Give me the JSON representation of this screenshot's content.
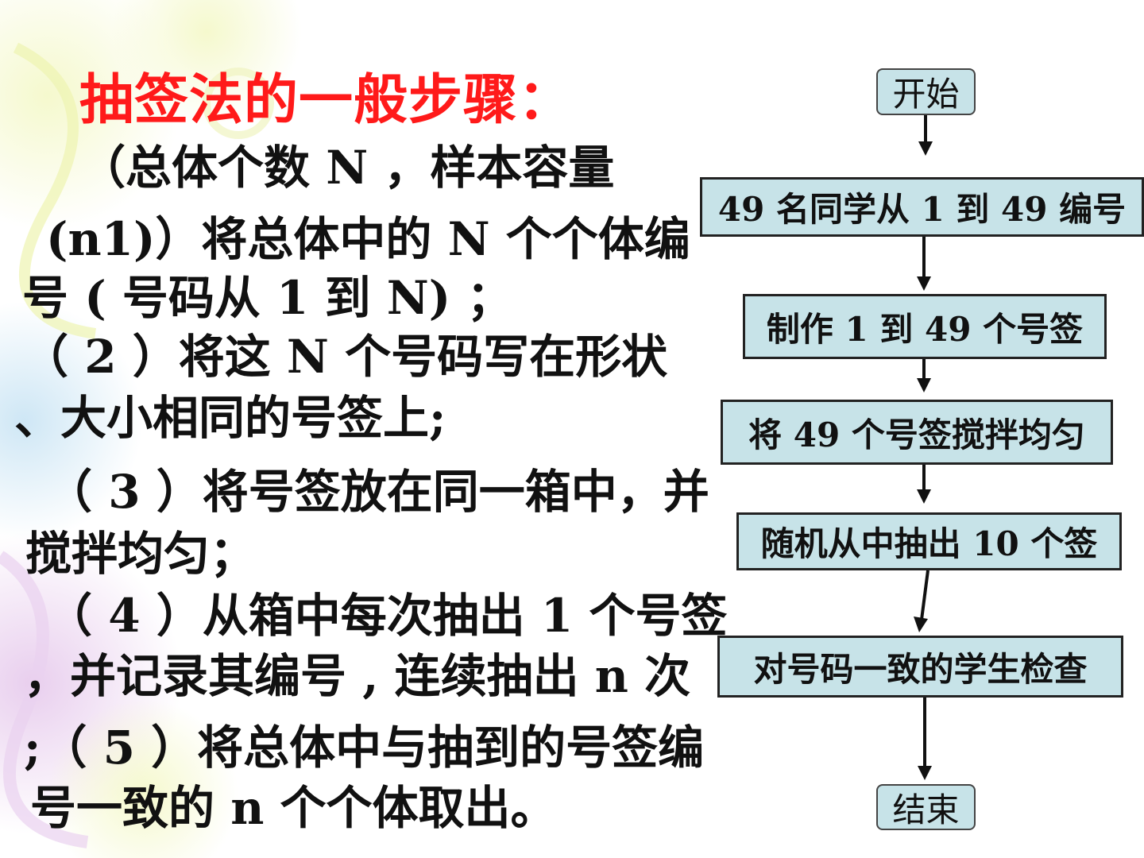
{
  "title": "抽签法的一般步骤：",
  "steps": [
    "（总体个数 N ，样本容量",
    "(n1)）将总体中的 N 个个体编",
    "号 ( 号码从 1 到 N) ；",
    "（ 2 ）将这 N 个号码写在形状",
    "、大小相同的号签上;",
    "（ 3 ）将号签放在同一箱中，并",
    "搅拌均匀；",
    "（ 4 ）从箱中每次抽出 1 个号签",
    "，并记录其编号 , 连续抽出 n 次",
    ";（ 5 ）将总体中与抽到的号签编",
    "号一致的 n 个个体取出。"
  ],
  "flowchart": {
    "start": "开始",
    "steps": [
      "49 名同学从 1 到 49 编号",
      "制作 1 到 49 个号签",
      "将 49 个号签搅拌均匀",
      "随机从中抽出 10 个签",
      "对号码一致的学生检查"
    ],
    "end": "结束"
  },
  "colors": {
    "title": "#ff1a1a",
    "node_fill": "#c7e3e8",
    "text": "#111111"
  }
}
